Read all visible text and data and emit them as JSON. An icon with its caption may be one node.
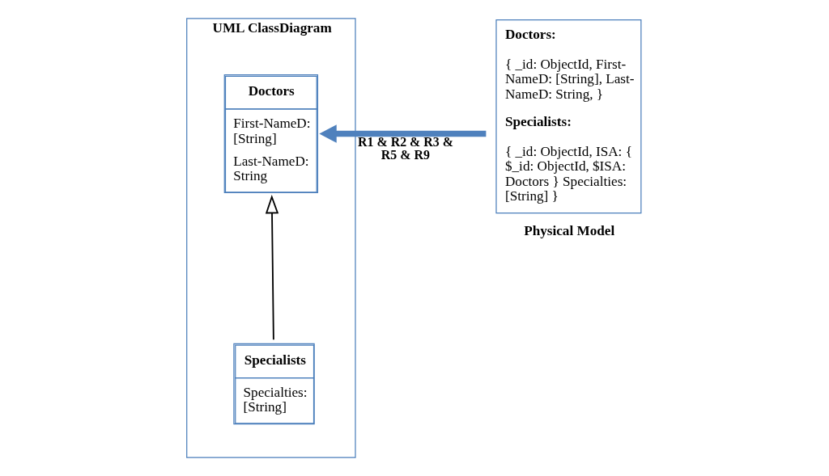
{
  "diagram": {
    "nodes": [
      {
        "text": [
          "Doctors:",
          "{ _id: ObjectId, First-NameD: [String], Last-NameD: String, }",
          "Specialists:",
          "{ _id: ObjectId, ISA: { $_id: ObjectId, $ISA: Doctors } Specialties: [String] }",
          "Physical Model"
        ]
      },
      {
        "text": [
          "UML ClassDiagram"
        ]
      },
      {
        "text": [
          "Doctors",
          "First-NameD: [String]",
          "Last-NameD: String"
        ],
        "in": 1
      },
      {
        "text": [
          "Specialists",
          "Specialties: [String]"
        ],
        "in": 1
      }
    ],
    "edges": [
      {
        "from": 0,
        "to": 2,
        "arrow": "to",
        "label": "R1 & R2 & R3 & R5 & R9",
        "style": "thick",
        "color": "#4f81bd"
      },
      {
        "from": 3,
        "to": 2,
        "arrow": "to",
        "color": "#000000"
      }
    ]
  }
}
